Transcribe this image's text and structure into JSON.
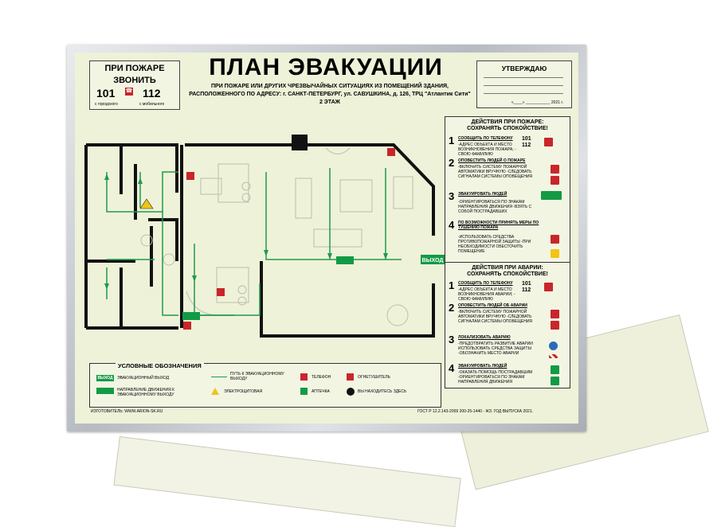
{
  "call_box": {
    "title_line1": "ПРИ ПОЖАРЕ",
    "title_line2": "ЗВОНИТЬ",
    "num_landline": "101",
    "num_mobile": "112",
    "sub_landline": "с городского",
    "sub_mobile": "с мобильного"
  },
  "header": {
    "title": "ПЛАН ЭВАКУАЦИИ",
    "subtitle_line1": "ПРИ ПОЖАРЕ  ИЛИ ДРУГИХ ЧРЕЗВЫЧАЙНЫХ СИТУАЦИЯХ ИЗ ПОМЕЩЕНИЙ ЗДАНИЯ,",
    "subtitle_line2": "РАСПОЛОЖЕННОГО ПО АДРЕСУ:  г. САНКТ-ПЕТЕРБУРГ, ул. САВУШКИНА, д. 126, ТРЦ \"Атлантик Сити\"",
    "floor": "2 ЭТАЖ"
  },
  "approve": {
    "title": "УТВЕРЖДАЮ",
    "date": "«____» ___________ 2021 г."
  },
  "plan": {
    "exit_label": "ВЫХОД"
  },
  "fire_actions": {
    "title_line1": "ДЕЙСТВИЯ ПРИ ПОЖАРЕ:",
    "title_line2": "СОХРАНЯТЬ СПОКОЙСТВИЕ!",
    "steps": [
      {
        "num": "1",
        "head": "СООБЩИТЬ ПО ТЕЛЕФОНУ",
        "text": "-АДРЕС ОБЪЕКТА И МЕСТО ВОЗНИКНОВЕНИЯ ПОЖАРА; - СВОЮ ФАМИЛИЮ",
        "phone1": "101",
        "phone2": "112"
      },
      {
        "num": "2",
        "head": "ОПОВЕСТИТЬ ЛЮДЕЙ О ПОЖАРЕ",
        "text": "-ВКЛЮЧИТЬ СИСТЕМУ ПОЖАРНОЙ АВТОМАТИКИ ВРУЧНУЮ -СЛЕДОВАТЬ СИГНАЛАМ СИСТЕМЫ ОПОВЕЩЕНИЯ"
      },
      {
        "num": "3",
        "head": "ЭВАКУИРОВАТЬ ЛЮДЕЙ",
        "text": "-ОРИЕНТИРОВАТЬСЯ ПО  ЗНАКАМ НАПРАВЛЕНИЯ ДВИЖЕНИЯ -ВЗЯТЬ С СОБОЙ ПОСТРАДАВШИХ"
      },
      {
        "num": "4",
        "head": "ПО ВОЗМОЖНОСТИ ПРИНЯТЬ МЕРЫ ПО ТУШЕНИЮ ПОЖАРА",
        "text": "-ИСПОЛЬЗОВАТЬ СРЕДСТВА ПРОТИВОПОЖАРНОЙ ЗАЩИТЫ -ПРИ НЕОБХОДИМОСТИ ОБЕСТОЧИТЬ ПОМЕЩЕНИЕ"
      }
    ]
  },
  "accident_actions": {
    "title_line1": "ДЕЙСТВИЯ ПРИ АВАРИИ:",
    "title_line2": "СОХРАНЯТЬ СПОКОЙСТВИЕ!",
    "steps": [
      {
        "num": "1",
        "head": "СООБЩИТЬ ПО ТЕЛЕФОНУ",
        "text": "-АДРЕС ОБЪЕКТА И МЕСТО ВОЗНИКНОВЕНИЯ АВАРИИ; - СВОЮ ФАМИЛИЮ",
        "phone1": "101",
        "phone2": "112"
      },
      {
        "num": "2",
        "head": "ОПОВЕСТИТЬ ЛЮДЕЙ ОБ АВАРИИ",
        "text": "-ВКЛЮЧИТЬ СИСТЕМУ ПОЖАРНОЙ АВТОМАТИКИ ВРУЧНУЮ -СЛЕДОВАТЬ СИГНАЛАМ СИСТЕМЫ ОПОВЕЩЕНИЯ"
      },
      {
        "num": "3",
        "head": "ЛОКАЛИЗОВАТЬ АВАРИЮ",
        "text": "-ПРЕДОТВРАТИТЬ РАЗВИТИЕ АВАРИИ ИСПОЛЬЗОВАТЬ СРЕДСТВА ЗАЩИТЫ -ОБОЗНАЧИТЬ МЕСТО АВАРИИ"
      },
      {
        "num": "4",
        "head": "ЭВАКУИРОВАТЬ ЛЮДЕЙ",
        "text": "-ОКАЗАТЬ ПОМОЩЬ ПОСТРАДАВШИМ -ОРИЕНТИРОВАТЬСЯ ПО ЗНАКАМ НАПРАВЛЕНИЯ ДВИЖЕНИЯ"
      }
    ]
  },
  "legend": {
    "title": "УСЛОВНЫЕ ОБОЗНАЧЕНИЯ",
    "exit_box": "ВЫХОД",
    "exit_text": "ЭВАКУАЦИОННЫЙ ВЫХОД",
    "direction_text": "НАПРАВЛЕНИЕ ДВИЖЕНИЯ К ЭВАКУАЦИОННОМУ ВЫХОДУ",
    "path_text": "ПУТЬ К ЭВАКУАЦИОННОМУ ВЫХОДУ",
    "electric_text": "ЭЛЕКТРОЩИТОВАЯ",
    "phone_text": "ТЕЛЕФОН",
    "firstaid_text": "АПТЕЧКА",
    "extinguisher_text": "ОГНЕТУШИТЕЛЬ",
    "here_text": "ВЫ НАХОДИТЕСЬ ЗДЕСЬ"
  },
  "footer": {
    "maker": "ИЗГОТОВИТЕЛЬ: WWW.ARION-SK.RU",
    "standard": "ГОСТ Р 12.2.143-2009 200-25-1440 - ЖЗ.  ГОД ВЫПУСКА 2021."
  },
  "colors": {
    "sign_green": "#139a45",
    "sign_red": "#c8262a",
    "plan_line_green": "#1f9a4e",
    "poster_bg": "#eef2d8"
  }
}
